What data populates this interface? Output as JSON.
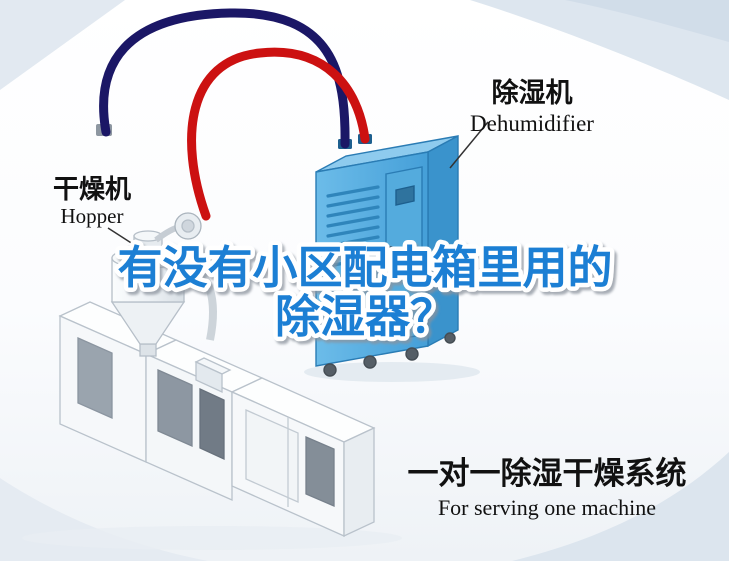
{
  "title": {
    "line1": "有没有小区配电箱里用的",
    "line2": "除湿器？"
  },
  "labels": {
    "hopper": {
      "cn": "干燥机",
      "en": "Hopper"
    },
    "dehumidifier": {
      "cn": "除湿机",
      "en": "Dehumidifier"
    },
    "system": {
      "cn": "一对一除湿干燥系统",
      "en": "For serving one machine"
    }
  },
  "colors": {
    "title_blue": "#1a7fd4",
    "pipe_red": "#cc1111",
    "pipe_navy": "#1b1766",
    "cabinet_front": "#5cb3e4",
    "cabinet_side": "#3a93cc",
    "cabinet_top": "#8ecbee",
    "label_black": "#111111"
  }
}
